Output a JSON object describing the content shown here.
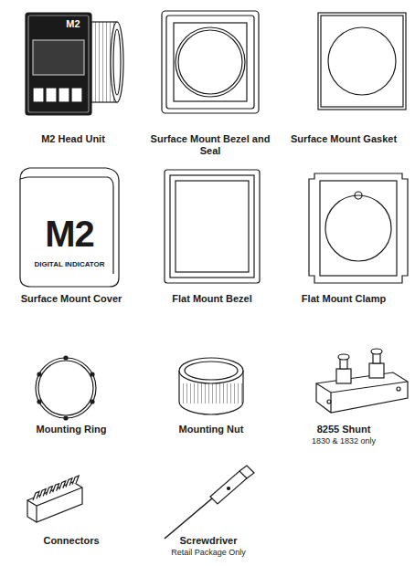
{
  "diagram": {
    "labels": [
      "M2 Head Unit",
      "Surface Mount Bezel and Seal",
      "Surface Mount Gasket",
      "Surface Mount Cover",
      "Flat Mount Bezel",
      "Flat Mount Clamp",
      "Mounting Ring",
      "Mounting Nut",
      "8255 Shunt",
      "1830 & 1832 only",
      "Connectors",
      "Screwdriver",
      "Retail Package Only",
      "M2",
      "M2",
      "DIGITAL INDICATOR"
    ]
  }
}
